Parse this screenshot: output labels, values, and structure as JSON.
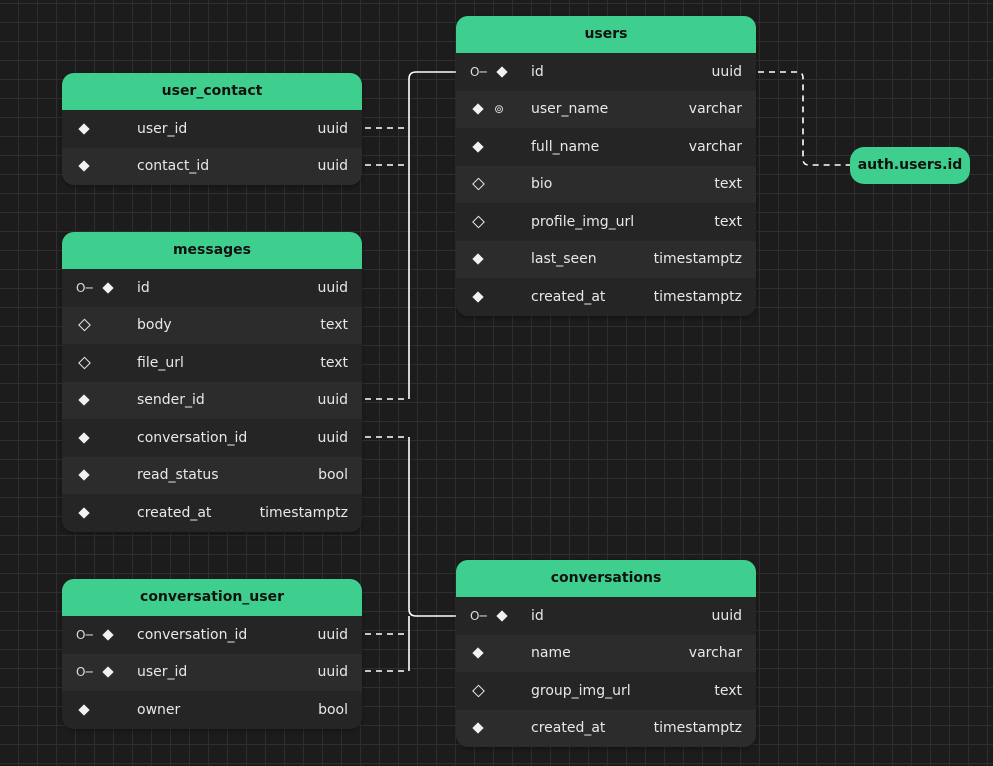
{
  "colors": {
    "accent": "#3ecf8e",
    "background": "#1c1c1c",
    "table_bg": "#252525"
  },
  "tables": {
    "user_contact": {
      "name": "user_contact",
      "columns": [
        {
          "name": "user_id",
          "type": "uuid"
        },
        {
          "name": "contact_id",
          "type": "uuid"
        }
      ]
    },
    "messages": {
      "name": "messages",
      "columns": [
        {
          "name": "id",
          "type": "uuid"
        },
        {
          "name": "body",
          "type": "text"
        },
        {
          "name": "file_url",
          "type": "text"
        },
        {
          "name": "sender_id",
          "type": "uuid"
        },
        {
          "name": "conversation_id",
          "type": "uuid"
        },
        {
          "name": "read_status",
          "type": "bool"
        },
        {
          "name": "created_at",
          "type": "timestamptz"
        }
      ]
    },
    "conversation_user": {
      "name": "conversation_user",
      "columns": [
        {
          "name": "conversation_id",
          "type": "uuid"
        },
        {
          "name": "user_id",
          "type": "uuid"
        },
        {
          "name": "owner",
          "type": "bool"
        }
      ]
    },
    "users": {
      "name": "users",
      "columns": [
        {
          "name": "id",
          "type": "uuid"
        },
        {
          "name": "user_name",
          "type": "varchar"
        },
        {
          "name": "full_name",
          "type": "varchar"
        },
        {
          "name": "bio",
          "type": "text"
        },
        {
          "name": "profile_img_url",
          "type": "text"
        },
        {
          "name": "last_seen",
          "type": "timestamptz"
        },
        {
          "name": "created_at",
          "type": "timestamptz"
        }
      ]
    },
    "conversations": {
      "name": "conversations",
      "columns": [
        {
          "name": "id",
          "type": "uuid"
        },
        {
          "name": "name",
          "type": "varchar"
        },
        {
          "name": "group_img_url",
          "type": "text"
        },
        {
          "name": "created_at",
          "type": "timestamptz"
        }
      ]
    }
  },
  "external_reference": {
    "label": "auth.users.id"
  }
}
